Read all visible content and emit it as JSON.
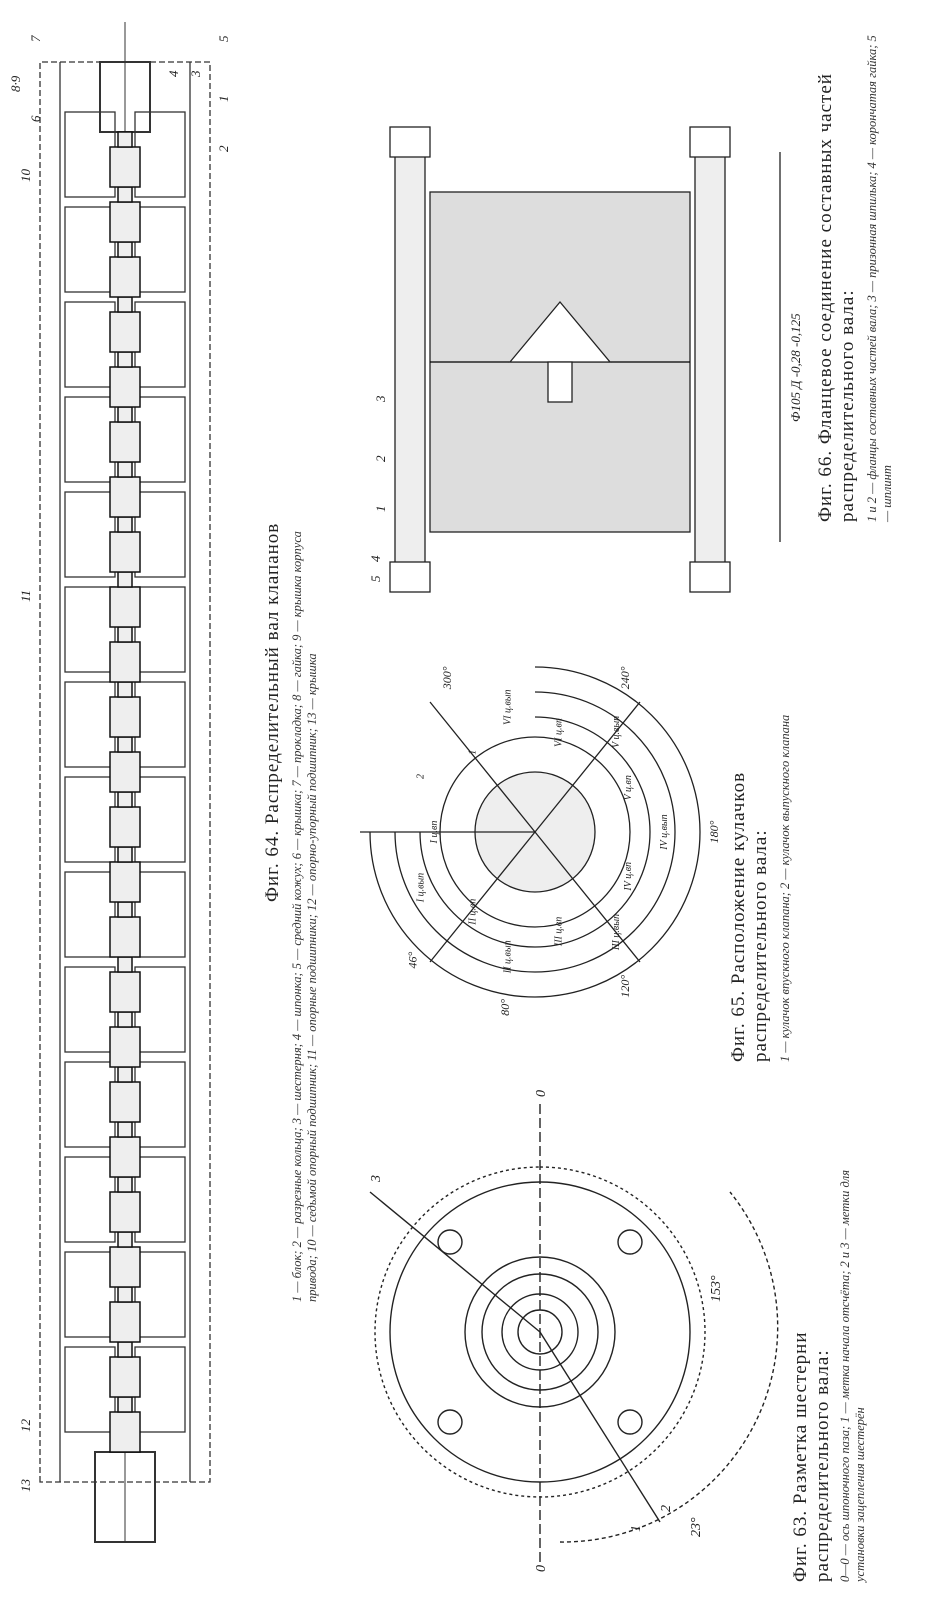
{
  "fig64": {
    "title": "Фиг. 64. Распределительный вал клапанов",
    "legend": "1 — блок; 2 — разрезные кольца; 3 — шестерня; 4 — шпонка; 5 — средний кожух; 6 — крышка; 7 — прокладка; 8 — гайка; 9 — крышка корпуса привода; 10 — седьмой опорный подшипник; 11 — опорные подшипники; 12 — опорно-упорный подшипник; 13 — крышка",
    "labels": [
      "1",
      "2",
      "3",
      "4",
      "5",
      "6",
      "7",
      "8·9",
      "10",
      "11",
      "12",
      "13"
    ]
  },
  "fig63": {
    "title": "Фиг. 63. Разметка шестерни распределительного вала:",
    "legend": "0—0 — ось шпоночного паза; 1 — метка начала отсчёта; 2 и 3 — метки для установки зацепления шестерён",
    "labels": [
      "0",
      "0",
      "1",
      "2",
      "3",
      "23°",
      "153°"
    ]
  },
  "fig65": {
    "title": "Фиг. 65. Расположение кулачков распределительного вала:",
    "legend": "1 — кулачок впускного клапана; 2 — кулачок выпускного клапана",
    "angles": [
      "46°",
      "80°",
      "120°",
      "180°",
      "240°",
      "300°"
    ],
    "labels": [
      "I ц.вп",
      "I ц.вып",
      "II ц.вп",
      "II ц.вып",
      "III ц.вп",
      "III ц.вып",
      "IV ц.вп",
      "IV ц.вып",
      "V ц.вп",
      "V ц.вып",
      "VI ц.вп",
      "VI ц.вып",
      "1",
      "2"
    ]
  },
  "fig66": {
    "title": "Фиг. 66. Фланцевое соединение составных частей распределительного вала:",
    "legend": "1 и 2 — фланцы составных частей вала; 3 — призонная шпилька; 4 — корончатая гайка; 5 — шплинт",
    "dimension": "Ф105 Д -0,28 -0,125",
    "labels": [
      "1",
      "2",
      "3",
      "4",
      "5"
    ]
  }
}
